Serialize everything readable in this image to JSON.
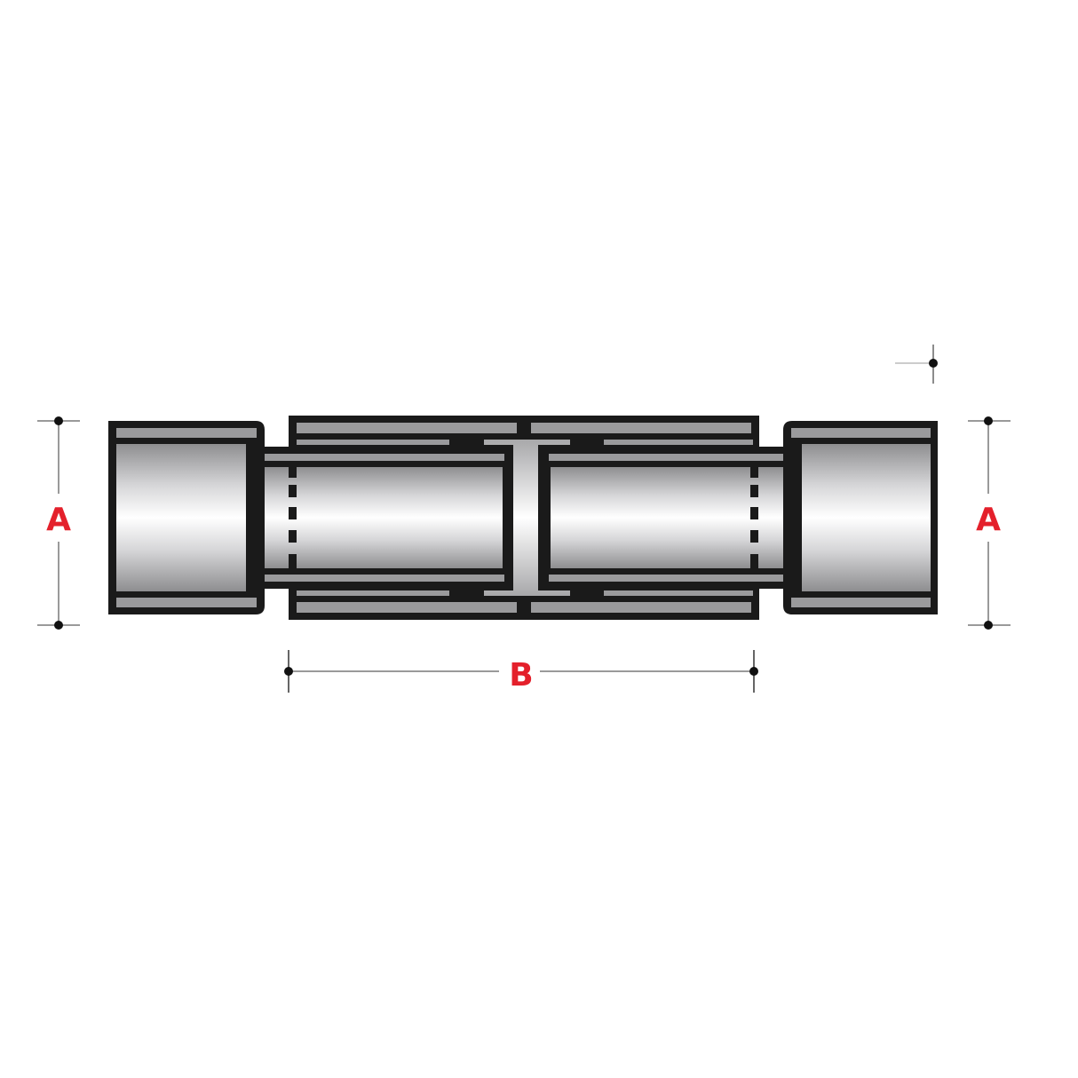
{
  "diagram": {
    "subject": "pipe coupling cross-section",
    "colors": {
      "outline": "#1a1a1a",
      "wall_fill": "#9a9a9c",
      "bore_light": "#ffffff",
      "bore_dark": "#8e8e90",
      "dimension_line": "#9a9a9a",
      "dimension_point": "#111111",
      "label": "#e4202b"
    },
    "dimensions": {
      "left_a": {
        "label": "A",
        "meaning": "outer diameter (left end)"
      },
      "right_a": {
        "label": "A",
        "meaning": "outer diameter (right end)"
      },
      "b": {
        "label": "B",
        "meaning": "sleeve length"
      }
    }
  }
}
